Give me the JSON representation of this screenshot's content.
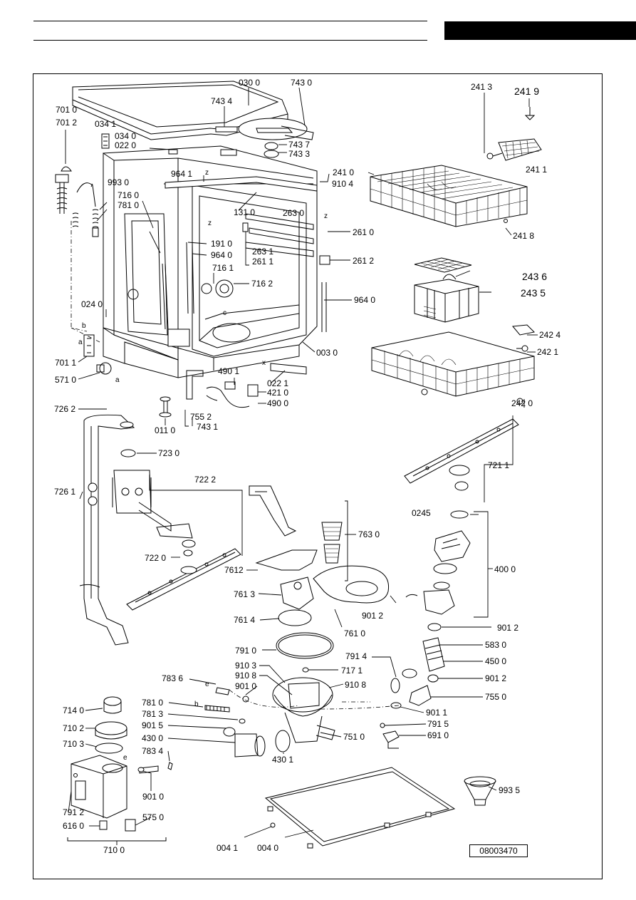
{
  "document_code": "08003470",
  "labels": [
    {
      "id": "030_0",
      "text": "030 0"
    },
    {
      "id": "743_0",
      "text": "743 0"
    },
    {
      "id": "743_4",
      "text": "743 4"
    },
    {
      "id": "743_7",
      "text": "743 7"
    },
    {
      "id": "743_3",
      "text": "743 3"
    },
    {
      "id": "701_0",
      "text": "701 0"
    },
    {
      "id": "701_2",
      "text": "701 2"
    },
    {
      "id": "034_1",
      "text": "034 1"
    },
    {
      "id": "034_0",
      "text": "034 0"
    },
    {
      "id": "022_0",
      "text": "022 0"
    },
    {
      "id": "964_1",
      "text": "964 1"
    },
    {
      "id": "910_4",
      "text": "910 4"
    },
    {
      "id": "993_0",
      "text": "993 0"
    },
    {
      "id": "716_0",
      "text": "716 0"
    },
    {
      "id": "781_0a",
      "text": "781 0"
    },
    {
      "id": "131_0",
      "text": "131 0"
    },
    {
      "id": "263_0",
      "text": "263 0"
    },
    {
      "id": "261_0",
      "text": "261 0"
    },
    {
      "id": "263_1",
      "text": "263 1"
    },
    {
      "id": "261_1",
      "text": "261 1"
    },
    {
      "id": "261_2",
      "text": "261 2"
    },
    {
      "id": "191_0",
      "text": "191 0"
    },
    {
      "id": "964_0a",
      "text": "964 0"
    },
    {
      "id": "716_1",
      "text": "716 1"
    },
    {
      "id": "716_2",
      "text": "716 2"
    },
    {
      "id": "964_0b",
      "text": "964 0"
    },
    {
      "id": "024_0",
      "text": "024 0"
    },
    {
      "id": "003_0",
      "text": "003 0"
    },
    {
      "id": "701_1",
      "text": "701 1"
    },
    {
      "id": "571_0",
      "text": "571 0"
    },
    {
      "id": "490_1",
      "text": "490 1"
    },
    {
      "id": "022_1",
      "text": "022 1"
    },
    {
      "id": "421_0",
      "text": "421 0"
    },
    {
      "id": "490_0",
      "text": "490 0"
    },
    {
      "id": "726_2",
      "text": "726 2"
    },
    {
      "id": "011_0",
      "text": "011 0"
    },
    {
      "id": "755_2",
      "text": "755 2"
    },
    {
      "id": "743_1",
      "text": "743 1"
    },
    {
      "id": "241_3",
      "text": "241 3"
    },
    {
      "id": "241_9",
      "text": "241 9"
    },
    {
      "id": "241_1",
      "text": "241 1"
    },
    {
      "id": "241_0",
      "text": "241 0"
    },
    {
      "id": "241_8",
      "text": "241 8"
    },
    {
      "id": "243_6",
      "text": "243 6"
    },
    {
      "id": "243_5",
      "text": "243 5"
    },
    {
      "id": "242_4",
      "text": "242 4"
    },
    {
      "id": "242_1",
      "text": "242 1"
    },
    {
      "id": "242_0",
      "text": "242 0"
    },
    {
      "id": "723_0",
      "text": "723 0"
    },
    {
      "id": "722_2",
      "text": "722 2"
    },
    {
      "id": "726_1",
      "text": "726 1"
    },
    {
      "id": "722_0",
      "text": "722 0"
    },
    {
      "id": "721_1",
      "text": "721 1"
    },
    {
      "id": "0245",
      "text": "0245"
    },
    {
      "id": "763_0",
      "text": "763 0"
    },
    {
      "id": "400_0",
      "text": "400 0"
    },
    {
      "id": "7612",
      "text": "7612"
    },
    {
      "id": "761_3",
      "text": "761 3"
    },
    {
      "id": "901_2a",
      "text": "901 2"
    },
    {
      "id": "761_4",
      "text": "761 4"
    },
    {
      "id": "761_0",
      "text": "761 0"
    },
    {
      "id": "901_2b",
      "text": "901 2"
    },
    {
      "id": "791_0",
      "text": "791 0"
    },
    {
      "id": "583_0",
      "text": "583 0"
    },
    {
      "id": "791_4",
      "text": "791 4"
    },
    {
      "id": "450_0",
      "text": "450 0"
    },
    {
      "id": "910_3",
      "text": "910 3"
    },
    {
      "id": "717_1",
      "text": "717 1"
    },
    {
      "id": "783_6",
      "text": "783 6"
    },
    {
      "id": "910_8a",
      "text": "910 8"
    },
    {
      "id": "910_8b",
      "text": "910 8"
    },
    {
      "id": "901_2c",
      "text": "901 2"
    },
    {
      "id": "901_0a",
      "text": "901 0"
    },
    {
      "id": "755_0",
      "text": "755 0"
    },
    {
      "id": "714_0",
      "text": "714 0"
    },
    {
      "id": "781_0b",
      "text": "781 0"
    },
    {
      "id": "901_1",
      "text": "901 1"
    },
    {
      "id": "781_3",
      "text": "781 3"
    },
    {
      "id": "710_2",
      "text": "710 2"
    },
    {
      "id": "901_5",
      "text": "901 5"
    },
    {
      "id": "791_5",
      "text": "791 5"
    },
    {
      "id": "430_0",
      "text": "430 0"
    },
    {
      "id": "751_0",
      "text": "751 0"
    },
    {
      "id": "691_0",
      "text": "691 0"
    },
    {
      "id": "710_3",
      "text": "710 3"
    },
    {
      "id": "783_4",
      "text": "783 4"
    },
    {
      "id": "430_1",
      "text": "430 1"
    },
    {
      "id": "901_0b",
      "text": "901 0"
    },
    {
      "id": "993_5",
      "text": "993 5"
    },
    {
      "id": "791_2",
      "text": "791 2"
    },
    {
      "id": "575_0",
      "text": "575 0"
    },
    {
      "id": "616_0",
      "text": "616 0"
    },
    {
      "id": "710_0",
      "text": "710 0"
    },
    {
      "id": "004_1",
      "text": "004 1"
    },
    {
      "id": "004_0",
      "text": "004 0"
    }
  ],
  "markers": [
    {
      "id": "z1",
      "text": "z"
    },
    {
      "id": "z2",
      "text": "z"
    },
    {
      "id": "z3",
      "text": "z"
    },
    {
      "id": "b1",
      "text": "b"
    },
    {
      "id": "a1",
      "text": "a"
    },
    {
      "id": "a2",
      "text": "a"
    },
    {
      "id": "c1",
      "text": "c"
    },
    {
      "id": "x1",
      "text": "x"
    },
    {
      "id": "e1",
      "text": "e"
    },
    {
      "id": "b2",
      "text": "b"
    },
    {
      "id": "e2",
      "text": "e"
    }
  ]
}
